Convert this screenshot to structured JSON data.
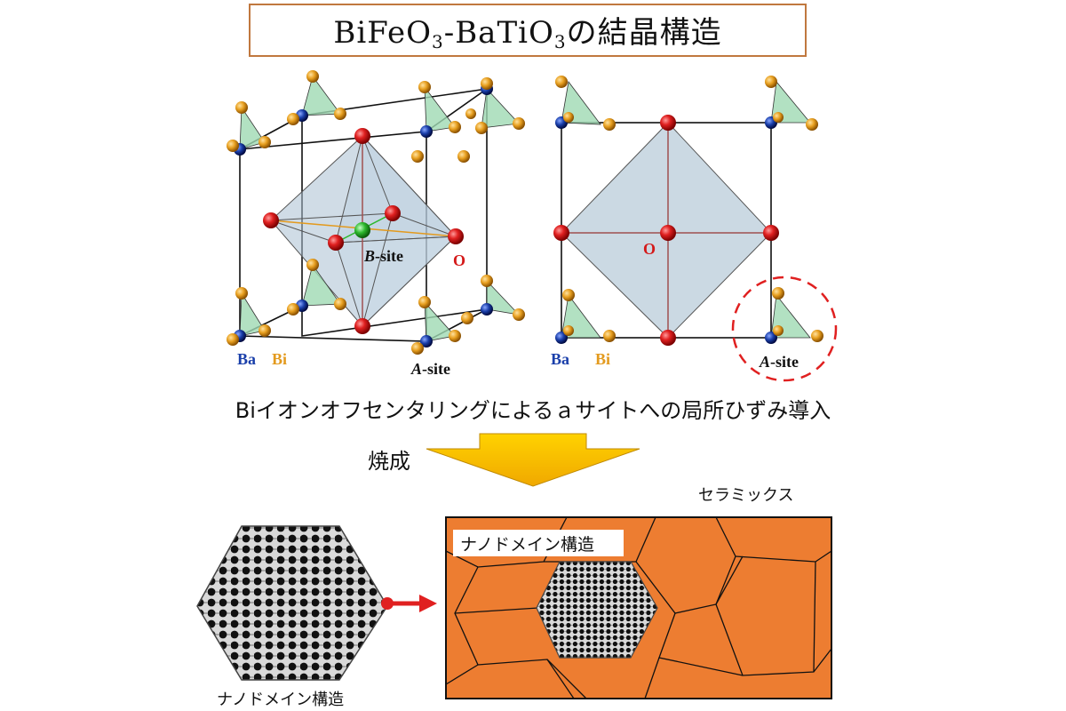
{
  "title": {
    "pre": "BiFeO",
    "sub1": "3",
    "mid": "-BaTiO",
    "sub2": "3",
    "post": "の結晶構造"
  },
  "left_structure": {
    "b_site": "-site",
    "b_site_italic": "B",
    "o_label": "O",
    "ba_label": "Ba",
    "bi_label": "Bi",
    "a_site_italic": "A",
    "a_site": "-site"
  },
  "right_structure": {
    "o_label": "O",
    "ba_label": "Ba",
    "bi_label": "Bi",
    "a_site_italic": "A",
    "a_site": "-site"
  },
  "caption": "Biイオンオフセンタリングによるａサイトへの局所ひずみ導入",
  "firing_label": "焼成",
  "ceramics_label": "セラミックス",
  "nanodomain_label_box": "ナノドメイン構造",
  "nanodomain_label_bottom": "ナノドメイン構造",
  "colors": {
    "oxygen": "#d41a1a",
    "ba": "#1a3faa",
    "bi": "#e39a1e",
    "b_site": "#2db82d",
    "grain": "#ed7d31",
    "arrow": "#f6b700",
    "title_border": "#c0783f"
  }
}
